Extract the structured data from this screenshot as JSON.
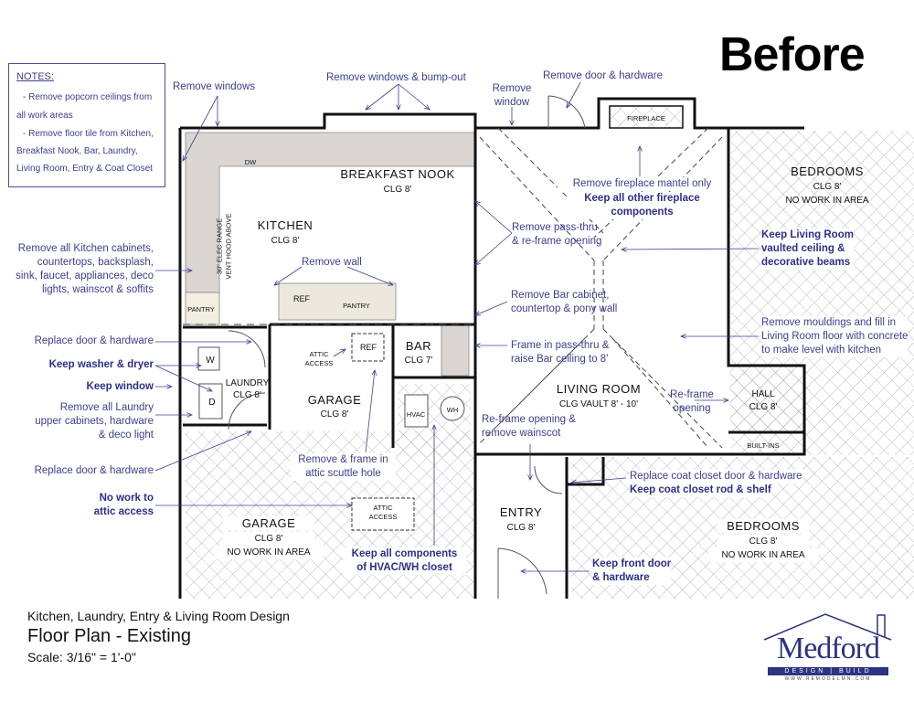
{
  "header": {
    "title": "Before"
  },
  "notes": {
    "heading": "NOTES:",
    "lines": [
      "- Remove popcorn ceilings from",
      "all work areas",
      "- Remove floor tile from Kitchen,",
      "Breakfast Nook, Bar, Laundry,",
      "Living Room, Entry & Coat Closet"
    ]
  },
  "rooms": {
    "breakfast_nook": {
      "name": "BREAKFAST NOOK",
      "clg": "CLG 8'"
    },
    "kitchen": {
      "name": "KITCHEN",
      "clg": "CLG 8'"
    },
    "bedrooms_top": {
      "name": "BEDROOMS",
      "clg": "CLG 8'",
      "status": "NO WORK IN AREA"
    },
    "living_room": {
      "name": "LIVING ROOM",
      "clg": "CLG VAULT 8' - 10'"
    },
    "bar": {
      "name": "BAR",
      "clg": "CLG 7'"
    },
    "laundry": {
      "name": "LAUNDRY",
      "clg": "CLG 8'"
    },
    "garage_upper": {
      "name": "GARAGE",
      "clg": "CLG 8'"
    },
    "garage_lower": {
      "name": "GARAGE",
      "clg": "CLG 8'",
      "status": "NO WORK IN AREA"
    },
    "hall": {
      "name": "HALL",
      "clg": "CLG 8'"
    },
    "entry": {
      "name": "ENTRY",
      "clg": "CLG 8'"
    },
    "bedrooms_bottom": {
      "name": "BEDROOMS",
      "clg": "CLG 8'",
      "status": "NO WORK IN AREA"
    }
  },
  "fixtures": {
    "fireplace": "FIREPLACE",
    "dw": "DW",
    "range": "30\" ELEC RANGE",
    "hood": "VENT HOOD ABOVE",
    "ref_kitchen": "REF",
    "pantry_island": "PANTRY",
    "pantry": "PANTRY",
    "ref_garage": "REF",
    "attic_access_upper": "ATTIC\nACCESS",
    "attic_access_lower": "ATTIC\nACCESS",
    "washer": "W",
    "dryer": "D",
    "hvac": "HVAC",
    "wh": "WH",
    "built_ins": "BUILT-INS"
  },
  "annotations": {
    "remove_windows": "Remove windows",
    "remove_windows_bumpout": "Remove windows & bump-out",
    "remove_window": "Remove\nwindow",
    "remove_door_hardware": "Remove door & hardware",
    "remove_mantel": "Remove fireplace mantel only",
    "keep_fireplace": "Keep all other fireplace\ncomponents",
    "remove_passthru": "Remove pass-thru\n& re-frame opening",
    "keep_vaulted": "Keep Living Room\nvaulted ceiling &\ndecorative beams",
    "remove_kitchen": "Remove all Kitchen cabinets,\ncountertops, backsplash,\nsink, faucet, appliances, deco\nlights, wainscot & soffits",
    "remove_wall": "Remove wall",
    "remove_bar": "Remove Bar cabinet,\ncountertop & pony wall",
    "remove_mouldings": "Remove mouldings and fill in\nLiving Room floor with concrete\nto make level with kitchen",
    "replace_door_1": "Replace door & hardware",
    "frame_passthru": "Frame in pass-thru &\nraise Bar ceiling to 8'",
    "keep_washer": "Keep washer & dryer",
    "keep_window": "Keep window",
    "remove_laundry": "Remove all Laundry\nupper cabinets, hardware\n& deco light",
    "reframe_opening_hall": "Re-frame\nopening",
    "reframe_wainscot": "Re-frame opening &\nremove wainscot",
    "replace_door_2": "Replace door & hardware",
    "remove_frame_attic": "Remove & frame in\nattic scuttle hole",
    "replace_coat_closet": "Replace coat closet door & hardware",
    "keep_coat_closet": "Keep coat closet rod & shelf",
    "no_work_attic": "No work to\nattic access",
    "keep_hvac": "Keep all components\nof HVAC/WH closet",
    "keep_front_door": "Keep front door\n& hardware"
  },
  "title_block": {
    "project": "Kitchen, Laundry, Entry & Living Room Design",
    "sheet": "Floor Plan - Existing",
    "scale": "Scale: 3/16\" = 1'-0\""
  },
  "logo": {
    "name": "Medford",
    "tagline": "DESIGN | BUILD",
    "url": "WWW.REMODELMN.COM"
  },
  "colors": {
    "annotation": "#3b3f8f",
    "bold_annotation": "#2d2f88",
    "walls": "#111111",
    "hatch": "#9a9a9a",
    "cabinet": "#dcd6d2"
  }
}
